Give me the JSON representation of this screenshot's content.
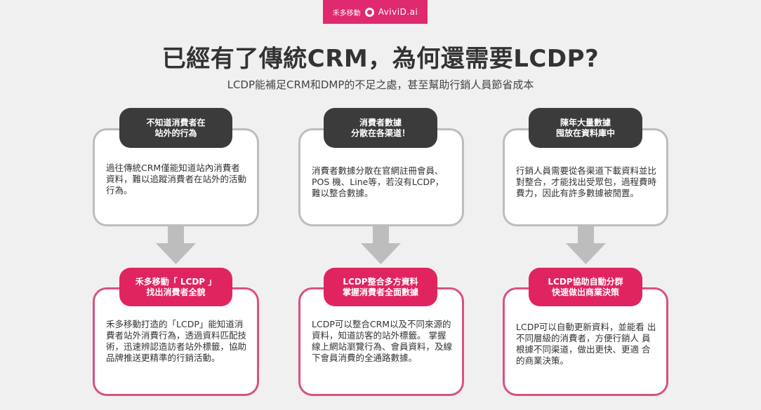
{
  "brand": {
    "sub_label": "禾多移動",
    "name": "AviviD.ai",
    "logo_icon": "avivid-logo-icon",
    "color": "#e02a6f"
  },
  "header": {
    "title": "已經有了傳統CRM，為何還需要LCDP?",
    "subtitle": "LCDP能補足CRM和DMP的不足之處，甚至幫助行銷人員節省成本"
  },
  "columns": [
    {
      "problem": {
        "title_line1": "不知道消費者在",
        "title_line2": "站外的行為",
        "text": "過往傳統CRM僅能知道站內消費者資料，難以追蹤消費者在站外的活動行為。"
      },
      "solution": {
        "title_line1": "禾多移動「 LCDP 」",
        "title_line2": "找出消費者全貌",
        "text": "禾多移動打造的「LCDP」能知道消費者站外消費行為，透過資料匹配技術，迅速辨認造訪者站外標籤，協助品牌推送更精準的行銷活動。"
      }
    },
    {
      "problem": {
        "title_line1": "消費者數據",
        "title_line2": "分散在各渠道！",
        "text": "消費者數據分散在官網註冊會員、POS 機、Line等，若沒有LCDP，難以整合數據。"
      },
      "solution": {
        "title_line1": "LCDP整合多方資料",
        "title_line2": "掌握消費者全面數據",
        "text": "LCDP可以整合CRM以及不同來源的 資料，知道訪客的站外標籤。 掌握線上網站瀏覽行為、會員資料，及線下會員消費的全通路數據。"
      }
    },
    {
      "problem": {
        "title_line1": "陳年大量數據",
        "title_line2": "囤放在資料庫中",
        "text": "行銷人員需要從各渠道下載資料並比對整合，才能找出受眾包，過程費時費力，因此有許多數據被閒置。"
      },
      "solution": {
        "title_line1": "LCDP協助自動分群",
        "title_line2": "快速做出商業決策",
        "text": "LCDP可以自動更新資料，並能看 出不同層級的消費者，方便行銷人 員根據不同渠道，做出更快、更適 合的商業決策。"
      }
    }
  ],
  "colors": {
    "problem_pill": "#3b3b3b",
    "problem_border": "#bdbdbd",
    "solution_pill": "#e0245f",
    "solution_border": "#d9527f",
    "arrow": "#bdbdbd"
  }
}
